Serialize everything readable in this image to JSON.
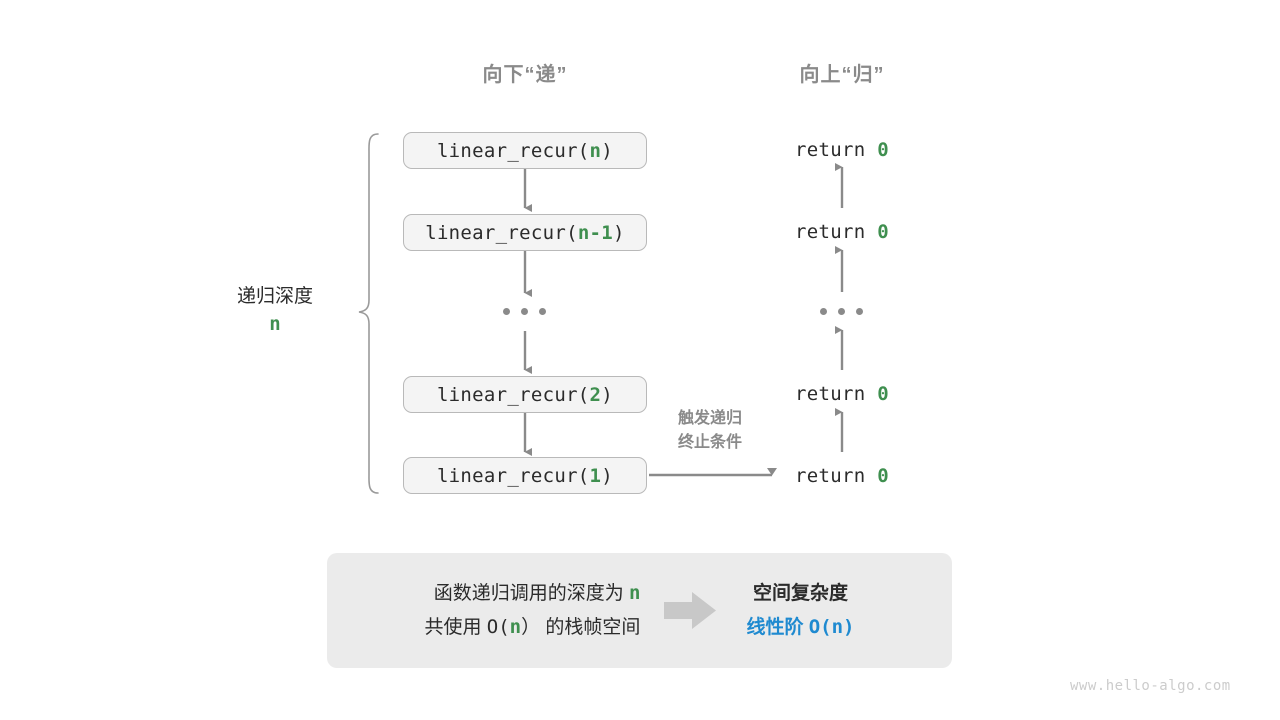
{
  "headers": {
    "down": "向下“递”",
    "up": "向上“归”"
  },
  "depth_annotation": {
    "label": "递归深度",
    "value": "n"
  },
  "call_stack": [
    {
      "prefix": "linear_recur(",
      "arg": "n",
      "suffix": ")"
    },
    {
      "prefix": "linear_recur(",
      "arg": "n-1",
      "suffix": ")"
    },
    {
      "ellipsis": "..."
    },
    {
      "prefix": "linear_recur(",
      "arg": "2",
      "suffix": ")"
    },
    {
      "prefix": "linear_recur(",
      "arg": "1",
      "suffix": ")"
    }
  ],
  "returns": [
    {
      "keyword": "return",
      "value": "0"
    },
    {
      "keyword": "return",
      "value": "0"
    },
    {
      "ellipsis": "..."
    },
    {
      "keyword": "return",
      "value": "0"
    },
    {
      "keyword": "return",
      "value": "0"
    }
  ],
  "trigger_note": {
    "line1": "触发递归",
    "line2": "终止条件"
  },
  "summary": {
    "left_line1_text": "函数递归调用的深度为",
    "left_line1_var": "n",
    "left_line2_pre": "共使用",
    "left_line2_big_o_open": "O(",
    "left_line2_var": "n",
    "left_line2_big_o_close": "）",
    "left_line2_post": "的栈帧空间",
    "arrow_icon": "fat-right-arrow",
    "right_title": "空间复杂度",
    "right_value_label": "线性阶",
    "right_value_notation": "O(n)"
  },
  "watermark": "www.hello-algo.com",
  "colors": {
    "green": "#3f8f4f",
    "blue": "#1f8ad0",
    "gray_text": "#8a8a8a",
    "panel_bg": "#ebebeb",
    "box_bg": "#f4f4f4",
    "box_border": "#b9b9b9",
    "arrow": "#8a8a8a"
  }
}
